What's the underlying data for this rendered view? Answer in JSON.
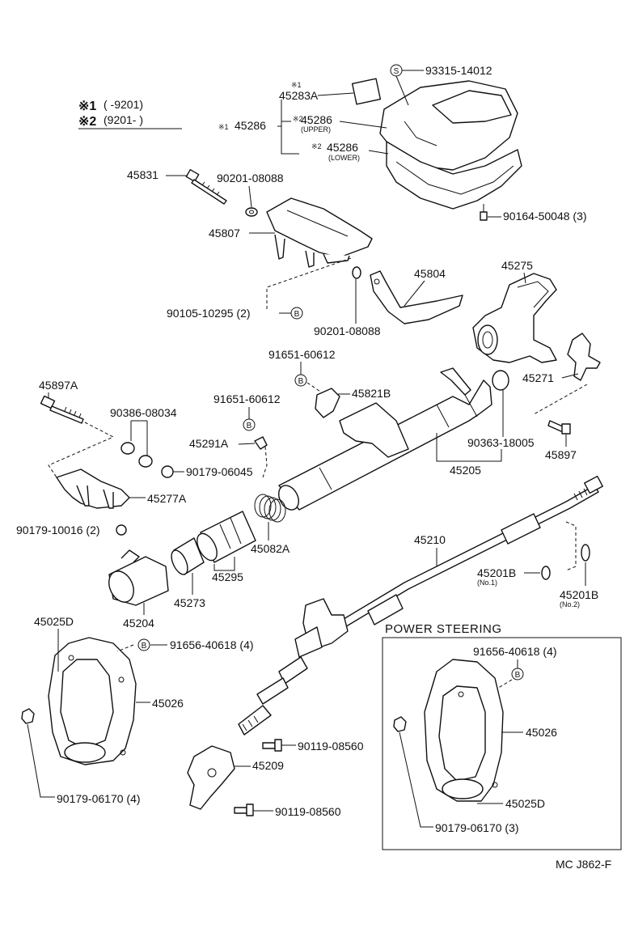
{
  "legend": {
    "note1_mark": "※1",
    "note1_range": "(      -9201)",
    "note2_mark": "※2",
    "note2_range": "(9201-       )"
  },
  "marks": {
    "s": "S",
    "b": "B",
    "star1": "※1",
    "star2": "※2"
  },
  "labels": {
    "p93315": "93315-14012",
    "p45283A": "45283A",
    "p45286_main": "45286",
    "p45286_upper": "45286",
    "upper_note": "(UPPER)",
    "p45286_lower": "45286",
    "lower_note": "(LOWER)",
    "p45831": "45831",
    "p90201_a": "90201-08088",
    "p45807": "45807",
    "p90164": "90164-50048 (3)",
    "p45804": "45804",
    "p45275": "45275",
    "p90105": "90105-10295 (2)",
    "p90201_b": "90201-08088",
    "p91651_a": "91651-60612",
    "p45821B": "45821B",
    "p45271": "45271",
    "p45897A": "45897A",
    "p90386": "90386-08034",
    "p91651_b": "91651-60612",
    "p45291A": "45291A",
    "p90363": "90363-18005",
    "p45897": "45897",
    "p90179_06045": "90179-06045",
    "p45205": "45205",
    "p45277A": "45277A",
    "p90179_10016": "90179-10016 (2)",
    "p45210": "45210",
    "p45082A": "45082A",
    "p45295": "45295",
    "p45201B_1": "45201B",
    "no1_note": "(No.1)",
    "p45201B_2": "45201B",
    "no2_note": "(No.2)",
    "p45273": "45273",
    "p45204": "45204",
    "p45025D": "45025D",
    "p91656": "91656-40618 (4)",
    "p45026": "45026",
    "p90119_a": "90119-08560",
    "p45209": "45209",
    "p90179_06170": "90179-06170 (4)",
    "p90119_b": "90119-08560",
    "ps_title": "POWER STEERING",
    "ps_91656": "91656-40618 (4)",
    "ps_45026": "45026",
    "ps_45025D": "45025D",
    "ps_90179": "90179-06170 (3)",
    "ref_code": "MC J862-F"
  }
}
